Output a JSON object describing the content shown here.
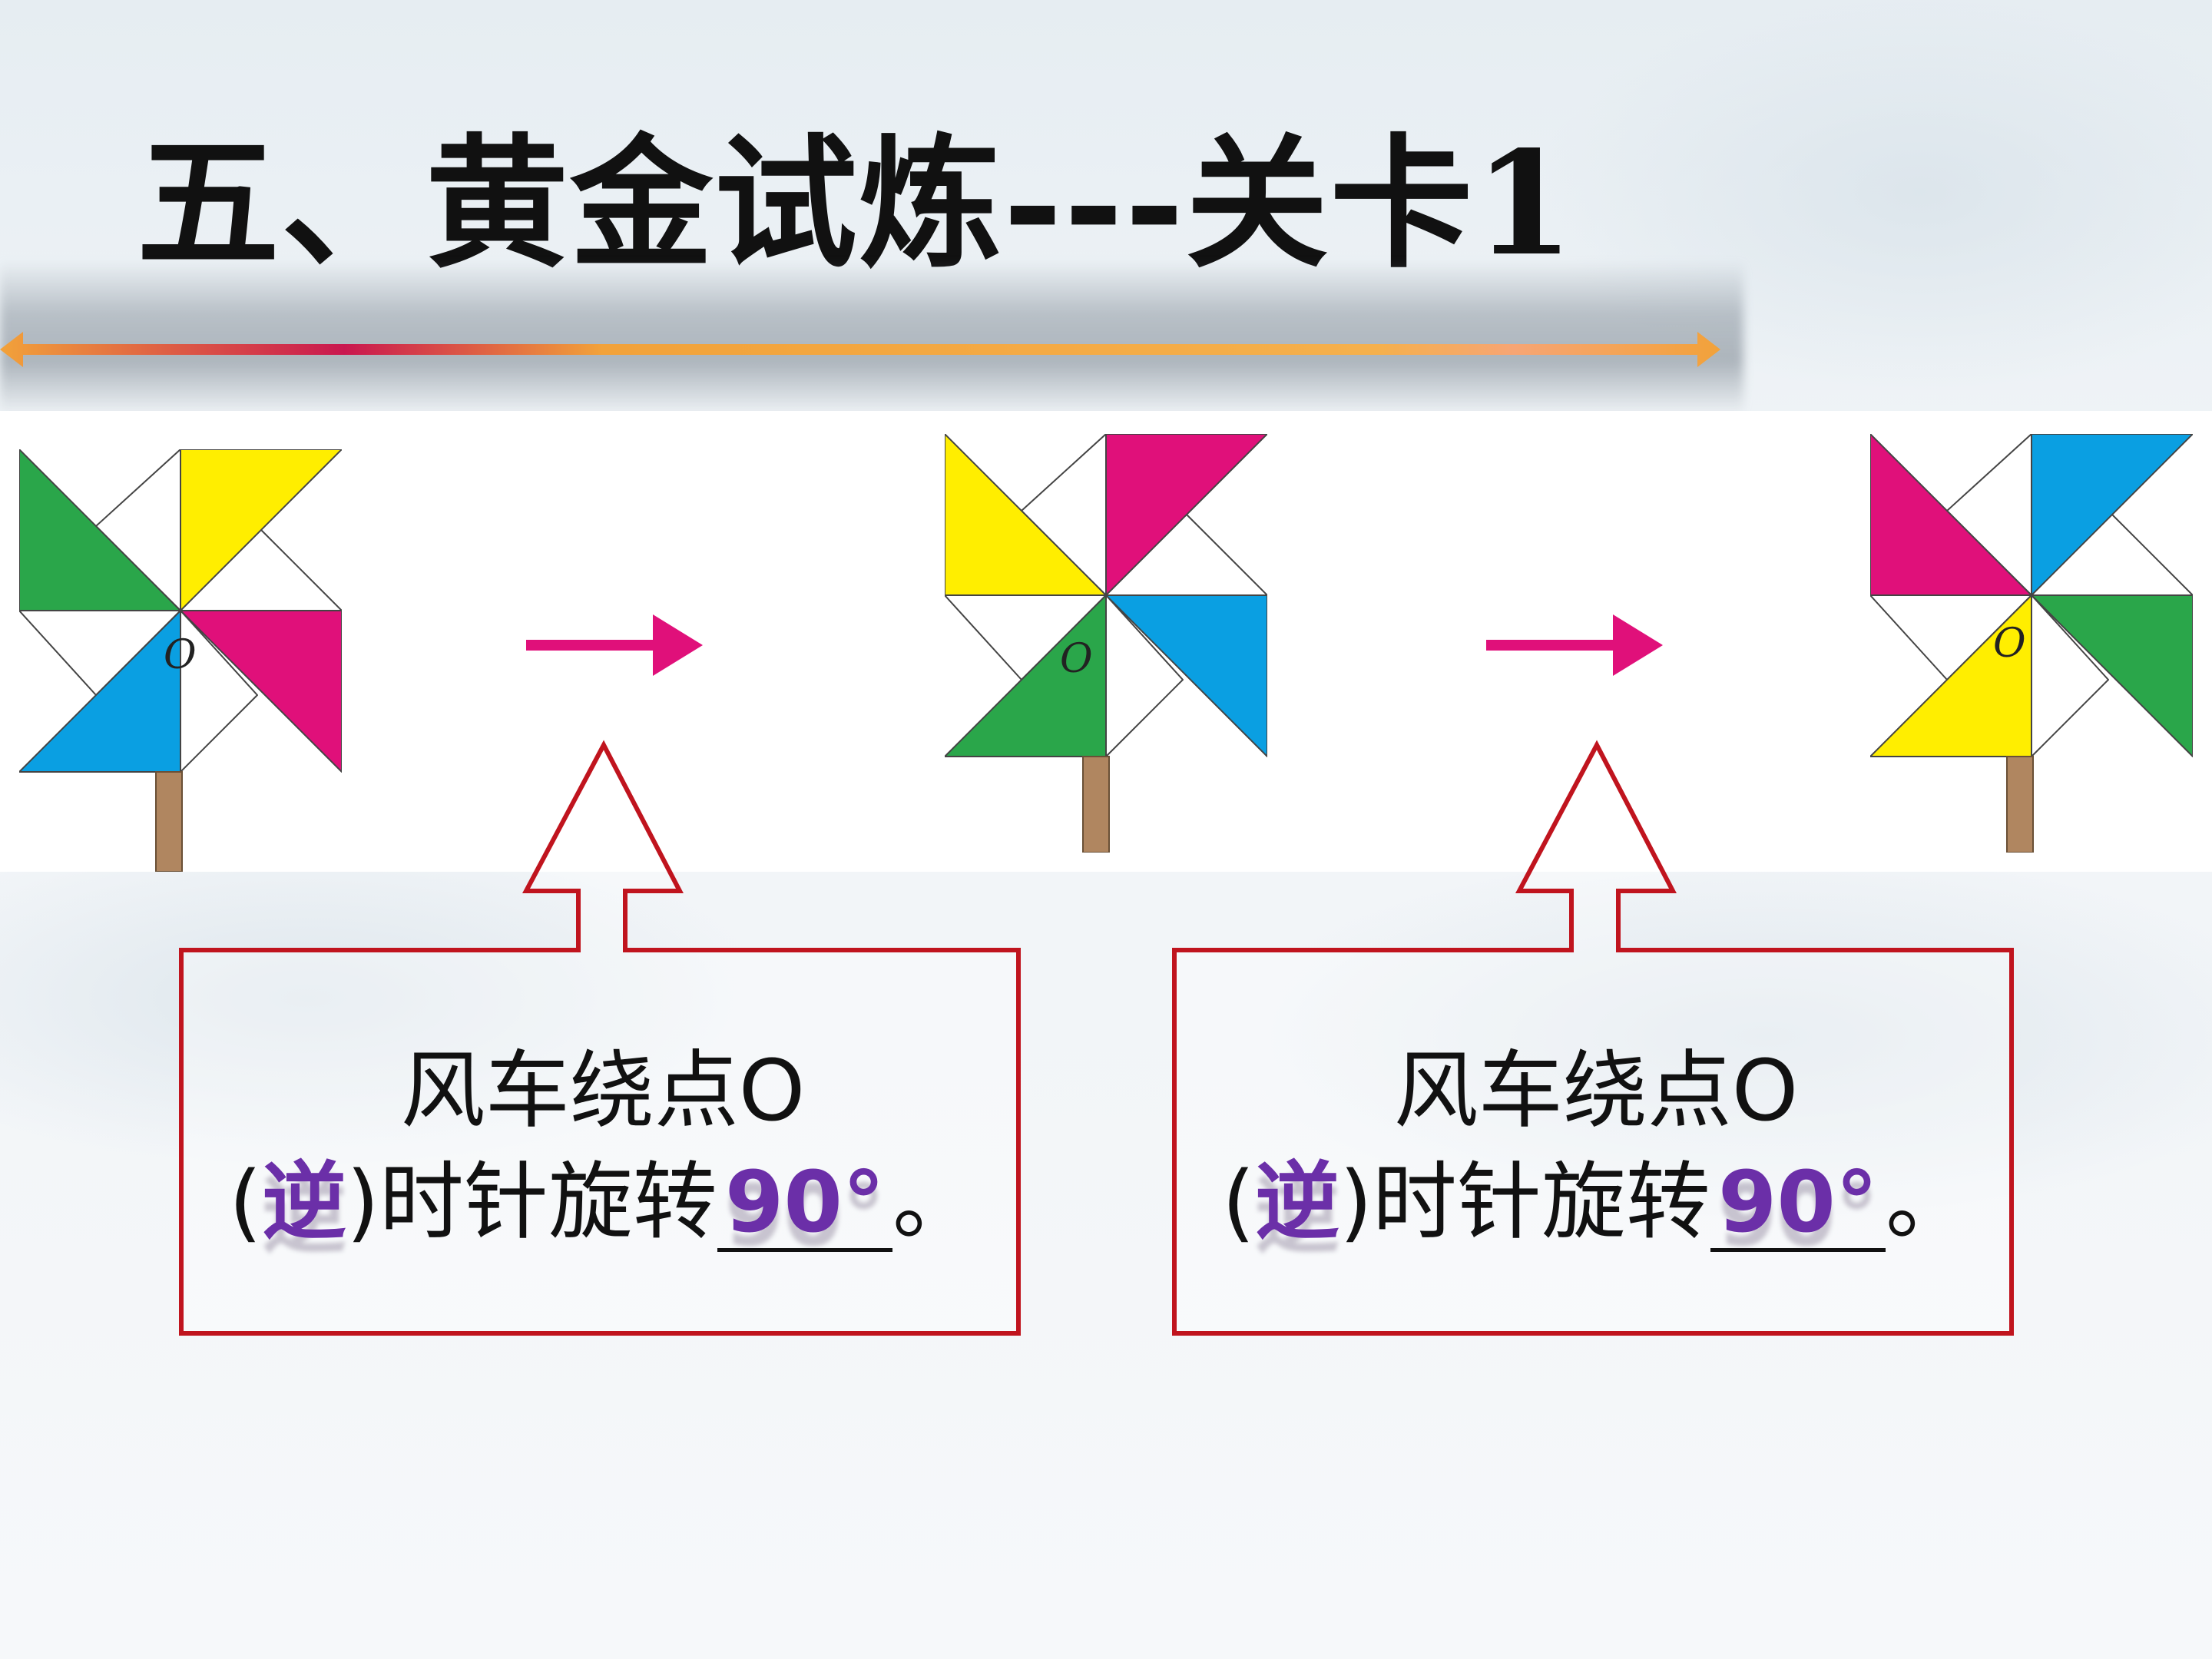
{
  "slide": {
    "title": "五、黄金试炼---关卡1"
  },
  "pinwheels": [
    {
      "center_label": "O",
      "colors": {
        "top": "#ffee00",
        "left": "#2aa64a",
        "bottom": "#0a9fe2",
        "right": "#e0107a"
      }
    },
    {
      "center_label": "O",
      "colors": {
        "top": "#e0107a",
        "left": "#ffee00",
        "bottom": "#2aa64a",
        "right": "#0a9fe2"
      }
    },
    {
      "center_label": "O",
      "colors": {
        "top": "#0a9fe2",
        "left": "#e0107a",
        "bottom": "#ffee00",
        "right": "#2aa64a"
      }
    }
  ],
  "callouts": [
    {
      "line1": "风车绕点O",
      "open_paren": "(",
      "direction_answer": "逆",
      "close_paren": ")",
      "middle_text": "时针旋转",
      "angle_answer": "90°",
      "end_punct": "。"
    },
    {
      "line1": "风车绕点O",
      "open_paren": "(",
      "direction_answer": "逆",
      "close_paren": ")",
      "middle_text": "时针旋转",
      "angle_answer": "90°",
      "end_punct": "。"
    }
  ],
  "colors": {
    "arrow": "#e0107a",
    "callout_border": "#c0141e",
    "answer": "#6b2fa8",
    "stick": "#b08660"
  }
}
